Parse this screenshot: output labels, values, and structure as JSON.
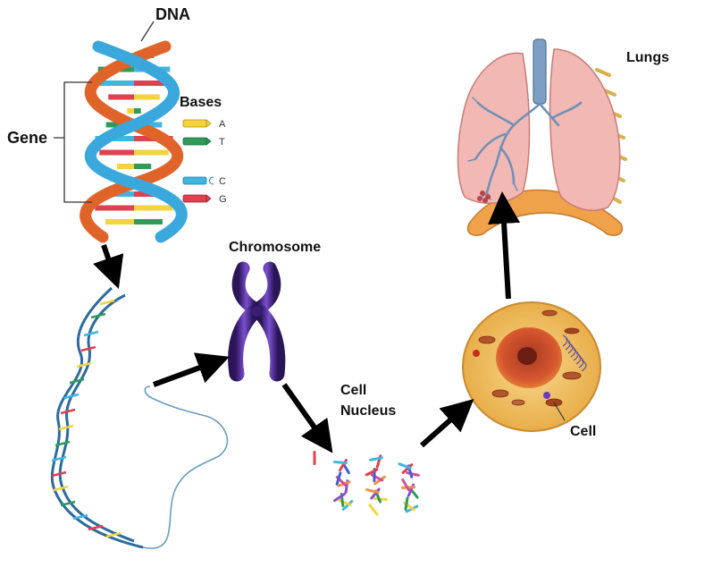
{
  "labels": {
    "dna": "DNA",
    "gene": "Gene",
    "bases": "Bases",
    "chromosome": "Chromosome",
    "cell_nucleus_line1": "Cell",
    "cell_nucleus_line2": "Nucleus",
    "cell": "Cell",
    "lungs": "Lungs"
  },
  "base_pairs": [
    {
      "letter": "A",
      "color": "#f5d33c"
    },
    {
      "letter": "T",
      "color": "#2f9a5a"
    },
    {
      "letter": "C",
      "color": "#3fb6e0"
    },
    {
      "letter": "G",
      "color": "#e0404f"
    }
  ],
  "colors": {
    "helix_strand_a": "#e0642a",
    "helix_strand_b": "#3aa8dc",
    "chromosome": "#4a2a8a",
    "lung_tissue": "#f2b8b3",
    "bronchi": "#7d9fc4",
    "diaphragm": "#f0a24a",
    "cell_body": "#f3c46a",
    "nucleus": "#c8482c",
    "arrow": "#000000"
  }
}
